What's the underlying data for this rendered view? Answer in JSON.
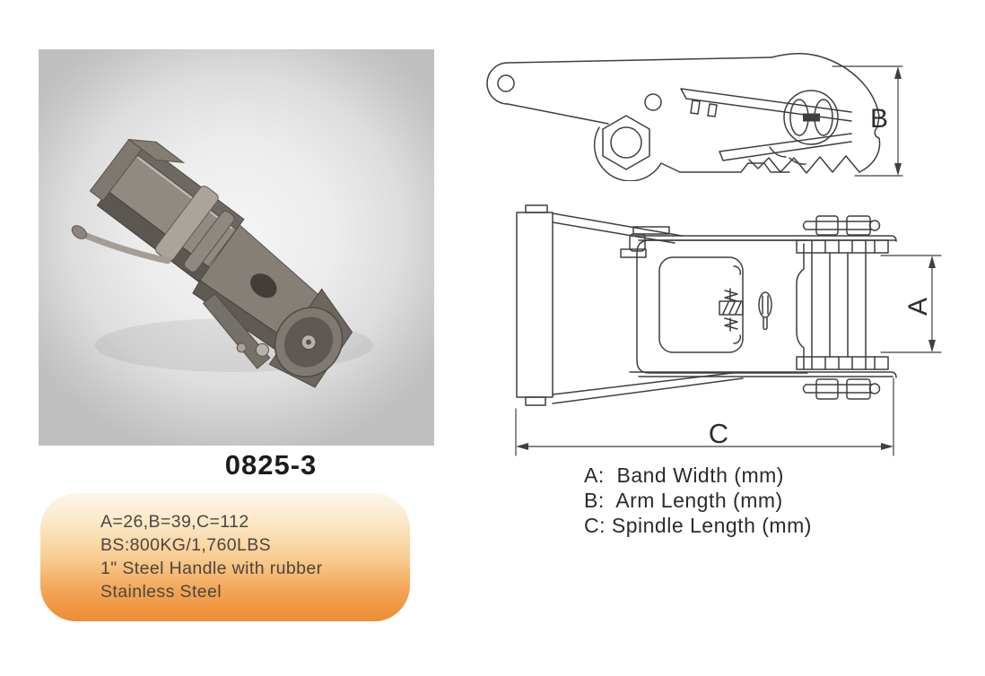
{
  "page": {
    "background_color": "#ffffff"
  },
  "product": {
    "model": "0825-3"
  },
  "specs": {
    "line1": "A=26,B=39,C=112",
    "line2": "BS:800KG/1,760LBS",
    "line3": "1\" Steel Handle with rubber",
    "line4": "Stainless Steel"
  },
  "legend": {
    "rows": [
      "A:  Band Width (mm)",
      "B:  Arm Length (mm)",
      "C: Spindle Length (mm)"
    ]
  },
  "drawings": {
    "side_view": {
      "dimension_label": "B"
    },
    "top_view": {
      "band_width_label": "A",
      "spindle_length_label": "C"
    }
  },
  "colors": {
    "spec_box_gradient_top": "#fdf6ea",
    "spec_box_gradient_bottom": "#ee8c33",
    "spec_text_color": "#4c4540",
    "drawing_line_color": "#3f3f3f",
    "model_text_color": "#1c1c1c",
    "photo_background": "#d9d9d9"
  }
}
